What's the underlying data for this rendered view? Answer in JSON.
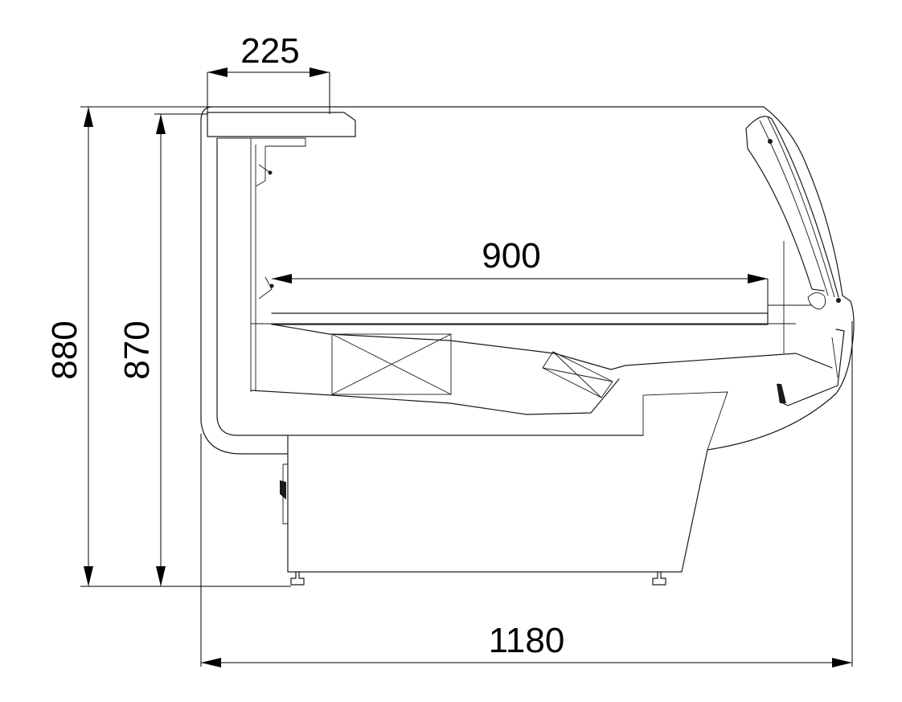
{
  "dimensions": {
    "shelf_depth": "225",
    "display_depth": "900",
    "total_width": "1180",
    "total_height": "880",
    "counter_height": "870"
  },
  "colors": {
    "line": "#1a1a1a",
    "background": "#ffffff"
  }
}
